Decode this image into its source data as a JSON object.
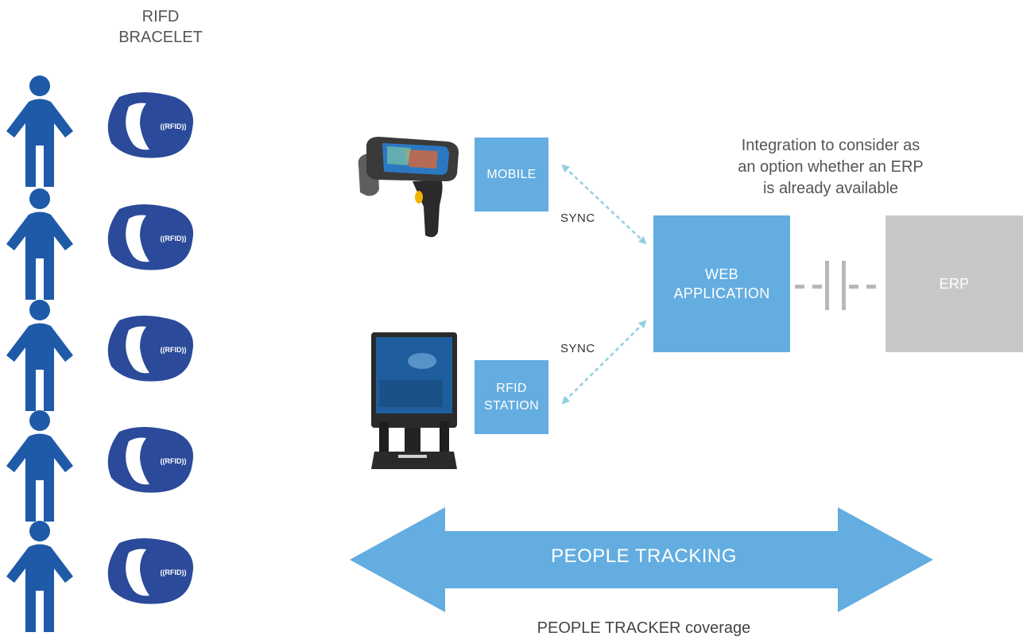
{
  "bracelet_title": [
    "RIFD",
    "BRACELET"
  ],
  "rfid_tag": "((RFID))",
  "people_count": 5,
  "boxes": {
    "mobile": "MOBILE",
    "station": [
      "RFID",
      "STATION"
    ],
    "web": [
      "WEB",
      "APPLICATION"
    ],
    "erp": "ERP"
  },
  "sync_labels": [
    "SYNC",
    "SYNC"
  ],
  "integration_note": [
    "Integration to consider as",
    "an option whether an ERP",
    "is already available"
  ],
  "tracking_label": "PEOPLE TRACKING",
  "coverage_label": "PEOPLE TRACKER coverage",
  "colors": {
    "person": "#1e5aa8",
    "bracelet": "#2b4a9a",
    "box": "#63ade0",
    "erp": "#c8c8c8",
    "sync_arrow": "#8fd0e2",
    "connector": "#b8b8b8"
  }
}
